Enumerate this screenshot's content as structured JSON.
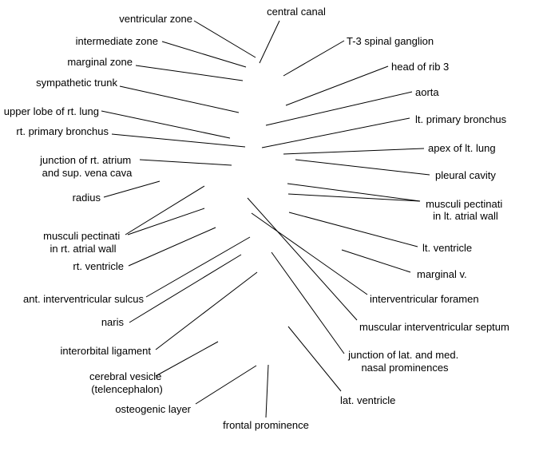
{
  "labels": {
    "ventricular_zone": "ventricular zone",
    "central_canal": "central canal",
    "intermediate_zone": "intermediate zone",
    "t3_spinal_ganglion": "T-3 spinal ganglion",
    "marginal_zone": "marginal zone",
    "head_of_rib_3": "head of rib 3",
    "sympathetic_trunk": "sympathetic trunk",
    "aorta": "aorta",
    "upper_lobe_rt_lung": "upper lobe of rt. lung",
    "lt_primary_bronchus": "lt. primary bronchus",
    "rt_primary_bronchus": "rt. primary bronchus",
    "apex_lt_lung": "apex of lt. lung",
    "junction_rt_atrium": [
      "junction of rt. atrium",
      "and sup. vena cava"
    ],
    "pleural_cavity": "pleural cavity",
    "radius": "radius",
    "musculi_lt": [
      "musculi pectinati",
      "in lt. atrial wall"
    ],
    "musculi_rt": [
      "musculi pectinati",
      "in rt. atrial wall"
    ],
    "rt_ventricle": "rt. ventricle",
    "lt_ventricle": "lt. ventricle",
    "marginal_v": "marginal v.",
    "interventricular_foramen": "interventricular foramen",
    "ant_interventricular_sulcus": "ant. interventricular sulcus",
    "muscular_interventricular_septum": "muscular interventricular septum",
    "naris": "naris",
    "junction_nasal": [
      "junction of lat. and med.",
      "nasal prominences"
    ],
    "interorbital_ligament": "interorbital ligament",
    "cerebral_vesicle": [
      "cerebral vesicle",
      "(telencephalon)"
    ],
    "lat_ventricle": "lat. ventricle",
    "osteogenic_layer": "osteogenic layer",
    "frontal_prominence": "frontal prominence"
  }
}
